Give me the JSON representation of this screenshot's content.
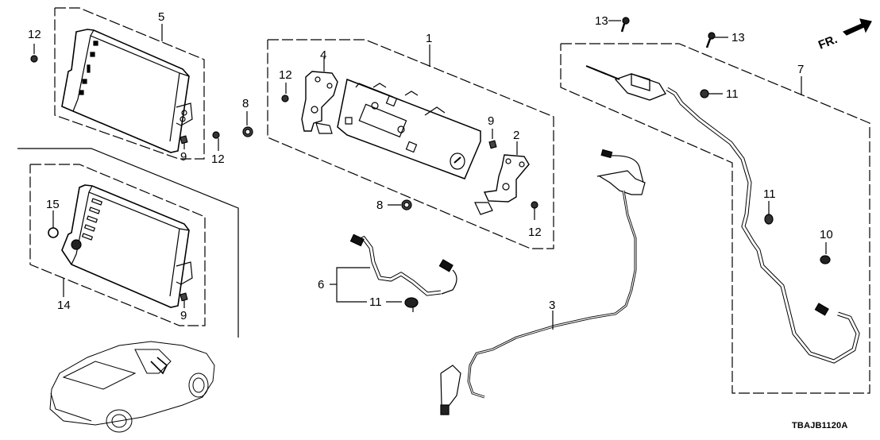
{
  "diagram": {
    "type": "exploded-parts-diagram",
    "diagram_code": "TBAJB1120A",
    "orientation_marker": "FR.",
    "callouts": [
      {
        "id": "c1",
        "label": "1",
        "part": "audio-unit-bracket-assembly"
      },
      {
        "id": "c2",
        "label": "2",
        "part": "bracket-right"
      },
      {
        "id": "c3",
        "label": "3",
        "part": "feeder-cable"
      },
      {
        "id": "c4",
        "label": "4",
        "part": "bracket-left"
      },
      {
        "id": "c5",
        "label": "5",
        "part": "display-unit"
      },
      {
        "id": "c6",
        "label": "6",
        "part": "wire-harness"
      },
      {
        "id": "c7",
        "label": "7",
        "part": "antenna-assembly"
      },
      {
        "id": "c8a",
        "label": "8",
        "part": "grommet"
      },
      {
        "id": "c8b",
        "label": "8",
        "part": "grommet"
      },
      {
        "id": "c9a",
        "label": "9",
        "part": "spacer"
      },
      {
        "id": "c9b",
        "label": "9",
        "part": "spacer"
      },
      {
        "id": "c9c",
        "label": "9",
        "part": "spacer"
      },
      {
        "id": "c10",
        "label": "10",
        "part": "clip"
      },
      {
        "id": "c11a",
        "label": "11",
        "part": "clip"
      },
      {
        "id": "c11b",
        "label": "11",
        "part": "clip"
      },
      {
        "id": "c11c",
        "label": "11",
        "part": "clip"
      },
      {
        "id": "c12a",
        "label": "12",
        "part": "screw"
      },
      {
        "id": "c12b",
        "label": "12",
        "part": "screw"
      },
      {
        "id": "c12c",
        "label": "12",
        "part": "screw"
      },
      {
        "id": "c12d",
        "label": "12",
        "part": "screw"
      },
      {
        "id": "c13a",
        "label": "13",
        "part": "tapping-screw"
      },
      {
        "id": "c13b",
        "label": "13",
        "part": "tapping-screw"
      },
      {
        "id": "c14",
        "label": "14",
        "part": "display-unit-alt"
      },
      {
        "id": "c15",
        "label": "15",
        "part": "cap"
      }
    ]
  }
}
